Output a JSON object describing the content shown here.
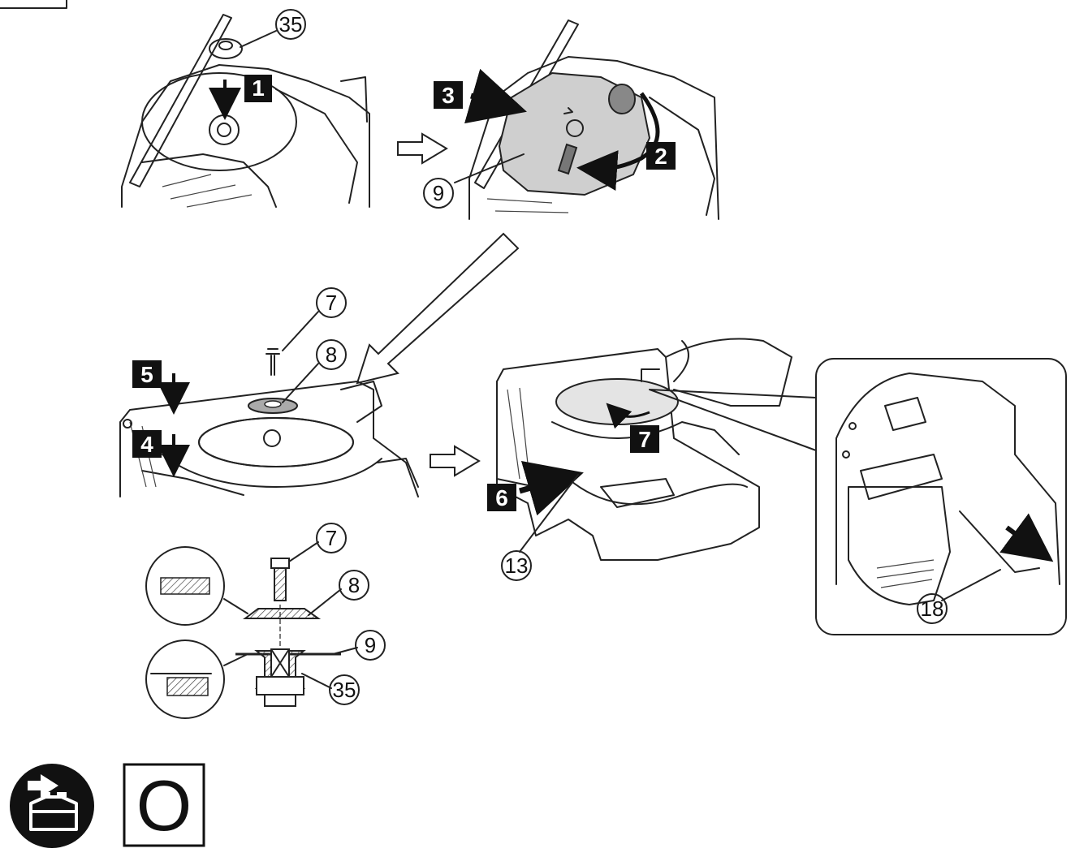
{
  "steps": {
    "s1": "1",
    "s2": "2",
    "s3": "3",
    "s4": "4",
    "s5": "5",
    "s6": "6",
    "s7": "7"
  },
  "parts": {
    "p35": "35",
    "p9": "9",
    "p7": "7",
    "p8": "8",
    "p13": "13",
    "p18": "18",
    "p7b": "7",
    "p8b": "8",
    "p9b": "9",
    "p35b": "35"
  },
  "symbols": {
    "battery_removed_icon": "battery-remove-icon",
    "status_mark": "O"
  },
  "colors": {
    "line": "#222222",
    "blade_fill": "#cfcfcf",
    "step_box": "#111111"
  }
}
